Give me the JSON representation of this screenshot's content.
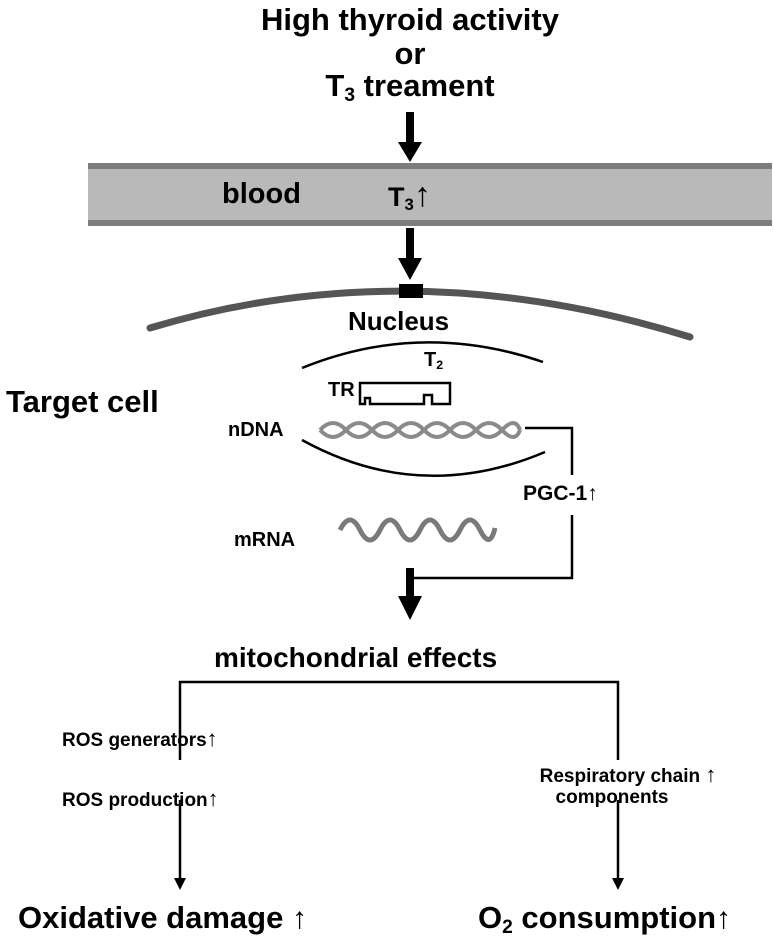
{
  "header": {
    "line1": "High thyroid activity",
    "line2": "or",
    "line3_prefix": "T",
    "line3_sub": "3",
    "line3_suffix": " treament"
  },
  "blood": {
    "label": "blood",
    "t3_prefix": "T",
    "t3_sub": "3"
  },
  "cell": {
    "nucleus_label": "Nucleus",
    "target_label": "Target cell",
    "tr_label": "TR",
    "t2_prefix": "T",
    "t2_sub": "2",
    "ndna_label": "nDNA",
    "mrna_label": "mRNA",
    "pgc_label": "PGC-1"
  },
  "effects": {
    "title": "mitochondrial effects",
    "left_item1": "ROS generators",
    "left_item2": "ROS production",
    "right_item_line1": "Respiratory chain",
    "right_item_line2": "components",
    "left_outcome": "Oxidative damage",
    "right_outcome_prefix": "O",
    "right_outcome_sub": "2",
    "right_outcome_suffix": " consumption"
  },
  "arrow_glyph": "↑",
  "colors": {
    "blood_band": "#b9b9b9",
    "blood_edge": "#7d7d7d",
    "ink": "#000000",
    "dna": "#8a8a8a"
  }
}
